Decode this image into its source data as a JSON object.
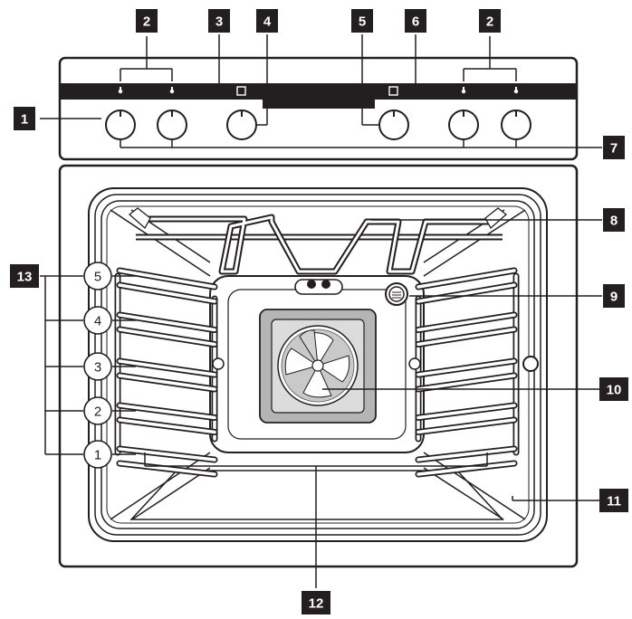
{
  "callouts": [
    {
      "id": "1",
      "label": "1"
    },
    {
      "id": "2",
      "label": "2"
    },
    {
      "id": "3",
      "label": "3"
    },
    {
      "id": "4",
      "label": "4"
    },
    {
      "id": "5",
      "label": "5"
    },
    {
      "id": "6",
      "label": "6"
    },
    {
      "id": "7",
      "label": "7"
    },
    {
      "id": "8",
      "label": "8"
    },
    {
      "id": "9",
      "label": "9"
    },
    {
      "id": "10",
      "label": "10"
    },
    {
      "id": "11",
      "label": "11"
    },
    {
      "id": "12",
      "label": "12"
    },
    {
      "id": "13",
      "label": "13"
    }
  ],
  "shelf_levels": [
    "5",
    "4",
    "3",
    "2",
    "1"
  ],
  "colors": {
    "ink": "#231f20",
    "fan_frame": "#b5b5b5",
    "panel_strip": "#231f20"
  }
}
